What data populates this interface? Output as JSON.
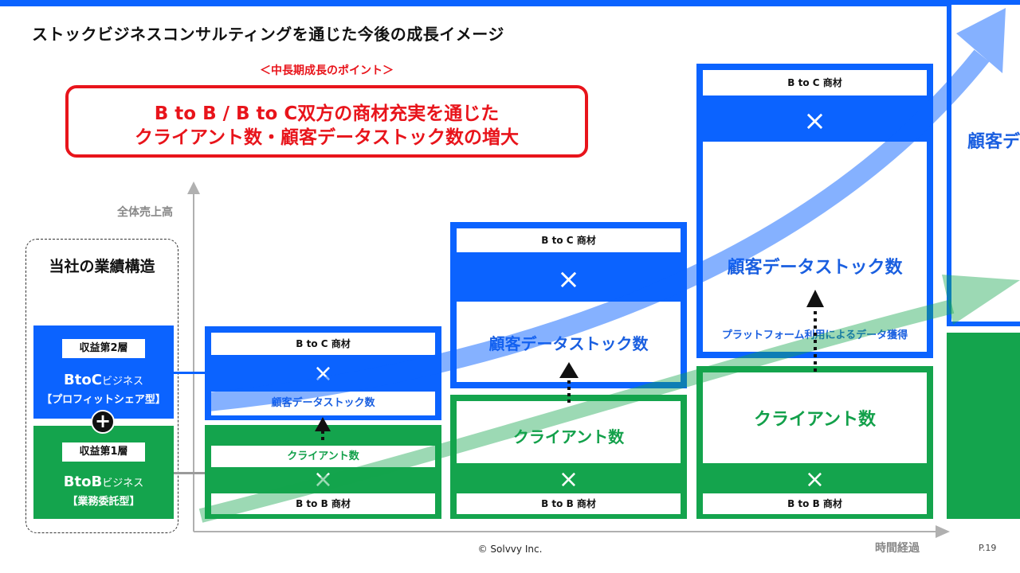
{
  "slide_title": "ストックビジネスコンサルティングを通じた今後の成長イメージ",
  "point_heading": "＜中長期成長のポイント＞",
  "point_lines": [
    "B to B / B to C双方の商材充実を通じた",
    "クライアント数・顧客データストック数の増大"
  ],
  "axis": {
    "y_label": "全体売上高",
    "x_label": "時間経過"
  },
  "structure": {
    "title": "当社の業績構造",
    "layer2": {
      "tag": "収益第2層",
      "name": "BtoC",
      "name_sub": "ビジネス",
      "type": "【プロフィットシェア型】"
    },
    "layer1": {
      "tag": "収益第1層",
      "name": "BtoB",
      "name_sub": "ビジネス",
      "type": "【業務委託型】"
    },
    "plus": "+"
  },
  "stages": [
    {
      "btoc_label": "B to C 商材",
      "cross": "×",
      "data_stock": "顧客データストック数",
      "clients": "クライアント数",
      "btob_label": "B to B 商材"
    },
    {
      "btoc_label": "B to C 商材",
      "cross": "×",
      "data_stock": "顧客データストック数",
      "clients": "クライアント数",
      "btob_label": "B to B 商材"
    },
    {
      "btoc_label": "B to C 商材",
      "cross": "×",
      "data_stock": "顧客データストック数",
      "platform_note": "プラットフォーム利用によるデータ獲得",
      "clients": "クライアント数",
      "btob_label": "B to B 商材"
    },
    {
      "data_stock_partial": "顧客デ"
    }
  ],
  "footer": {
    "copyright": "© Solvvy Inc.",
    "page": "P.19"
  },
  "colors": {
    "blue": "#0b63ff",
    "green": "#14a44d",
    "red": "#e8141b",
    "gray": "#9a9a9a"
  }
}
